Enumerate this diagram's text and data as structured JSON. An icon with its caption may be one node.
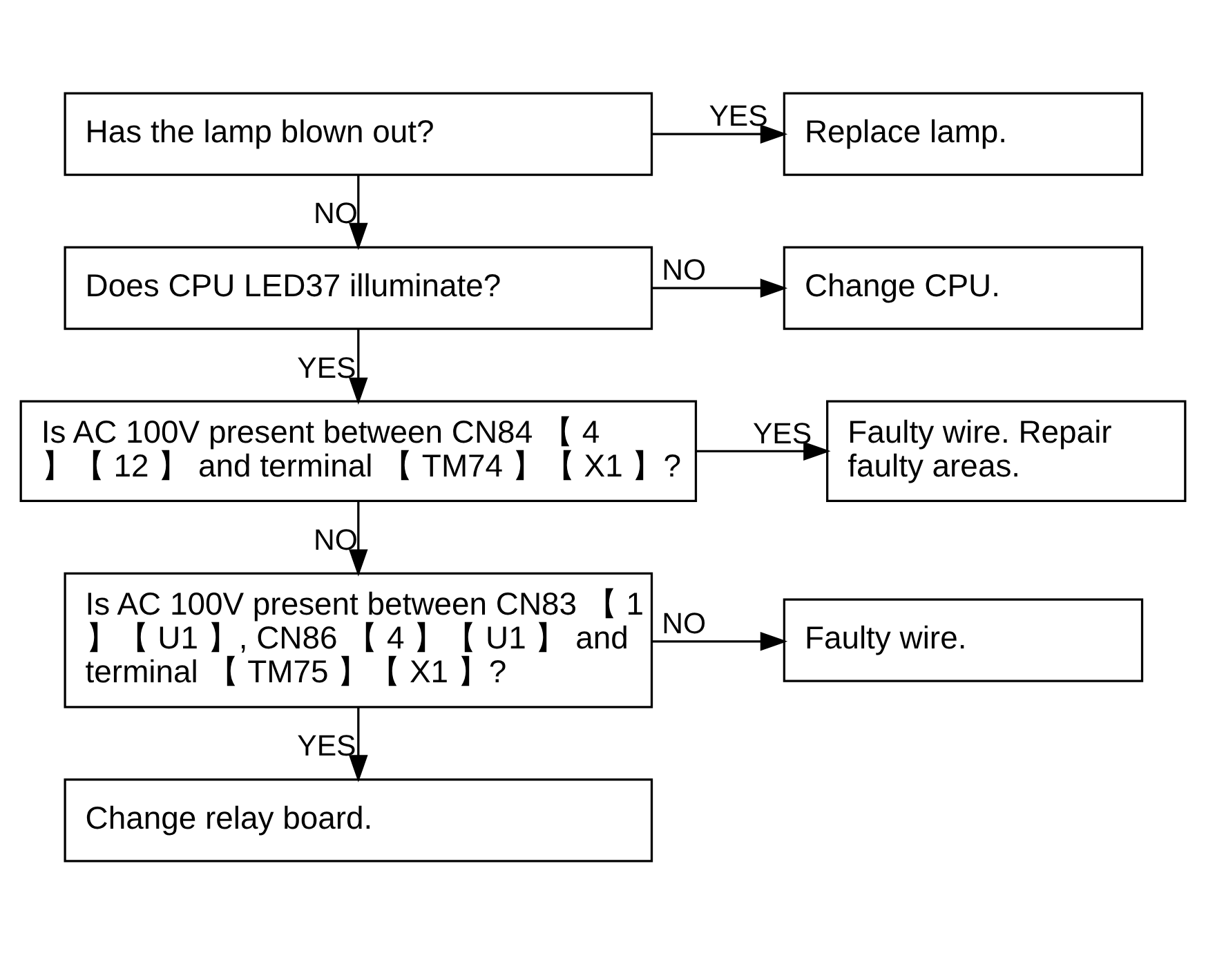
{
  "diagram": {
    "nodes": [
      {
        "text": [
          "Has the lamp blown out?"
        ]
      },
      {
        "text": [
          "Replace lamp."
        ]
      },
      {
        "text": [
          "Does CPU LED37 illuminate?"
        ]
      },
      {
        "text": [
          "Change CPU."
        ]
      },
      {
        "text": [
          "Is AC 100V present between CN84 【 4 】【 12 】 and terminal 【 TM74 】【 X1 】?"
        ]
      },
      {
        "text": [
          "Faulty wire. Repair faulty areas."
        ]
      },
      {
        "text": [
          "Is AC 100V present between CN83 【 1 】【 U1 】, CN86 【 4 】【 U1 】 and terminal 【 TM75 】【 X1 】?"
        ]
      },
      {
        "text": [
          "Faulty wire."
        ]
      },
      {
        "text": [
          "Change relay board."
        ]
      }
    ],
    "edges": [
      {
        "from": 0,
        "to": 1,
        "arrow": "to",
        "label": "YES"
      },
      {
        "from": 0,
        "to": 2,
        "arrow": "to",
        "label": "NO"
      },
      {
        "from": 2,
        "to": 3,
        "arrow": "to",
        "label": "NO"
      },
      {
        "from": 2,
        "to": 4,
        "arrow": "to",
        "label": "YES"
      },
      {
        "from": 4,
        "to": 5,
        "arrow": "to",
        "label": "YES"
      },
      {
        "from": 4,
        "to": 6,
        "arrow": "to",
        "label": "NO"
      },
      {
        "from": 6,
        "to": 7,
        "arrow": "to",
        "label": "NO"
      },
      {
        "from": 6,
        "to": 8,
        "arrow": "to",
        "label": "YES"
      }
    ]
  }
}
